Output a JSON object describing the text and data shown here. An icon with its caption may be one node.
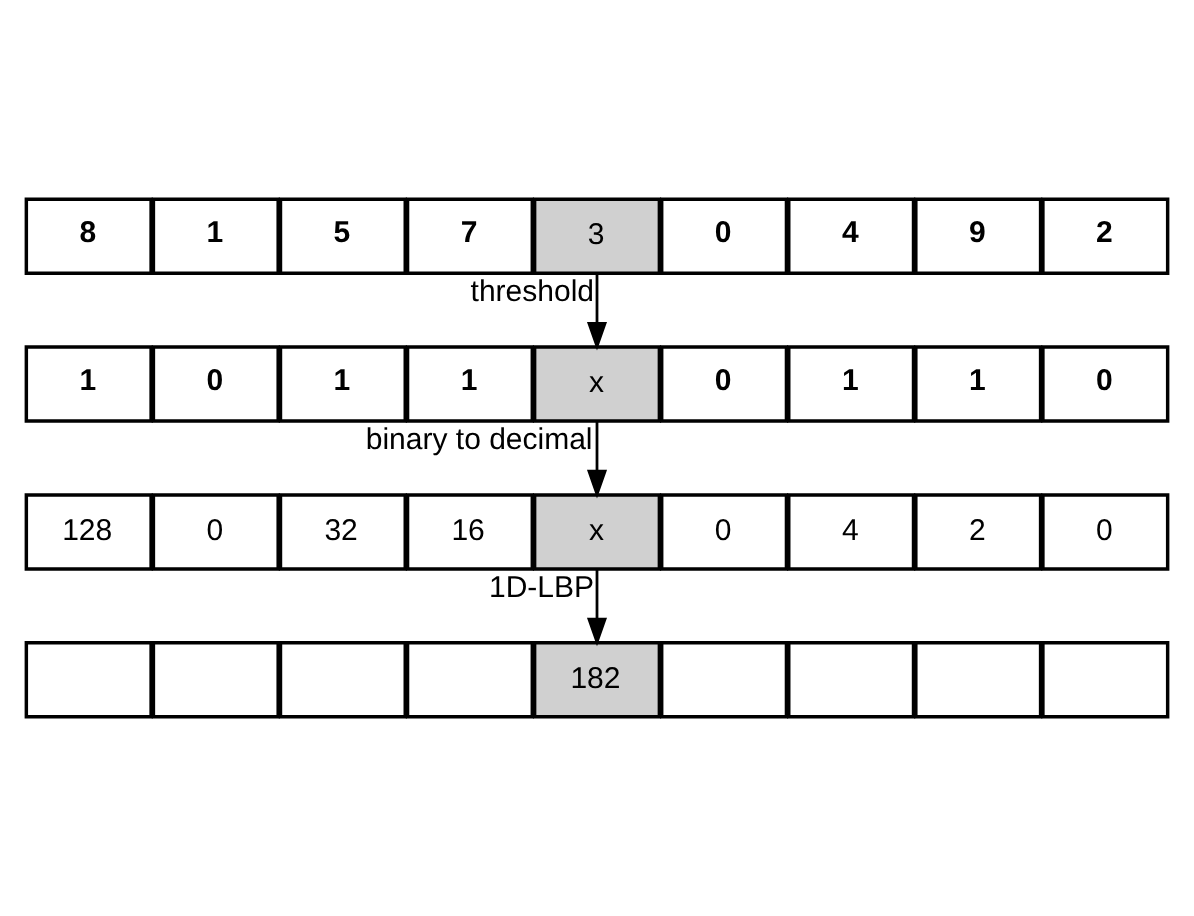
{
  "diagram": {
    "nodes": [
      {
        "text": [
          "8"
        ]
      },
      {
        "text": [
          "1"
        ]
      },
      {
        "text": [
          "5"
        ]
      },
      {
        "text": [
          "7"
        ]
      },
      {
        "text": [
          "3"
        ]
      },
      {
        "text": [
          "0"
        ]
      },
      {
        "text": [
          "4"
        ]
      },
      {
        "text": [
          "9"
        ]
      },
      {
        "text": [
          "2"
        ]
      },
      {
        "text": [
          "1"
        ]
      },
      {
        "text": [
          "0"
        ]
      },
      {
        "text": [
          "1"
        ]
      },
      {
        "text": [
          "1"
        ]
      },
      {
        "text": [
          "x"
        ]
      },
      {
        "text": [
          "0"
        ]
      },
      {
        "text": [
          "1"
        ]
      },
      {
        "text": [
          "1"
        ]
      },
      {
        "text": [
          "0"
        ]
      },
      {
        "text": [
          "128"
        ]
      },
      {
        "text": [
          "0"
        ]
      },
      {
        "text": [
          "32"
        ]
      },
      {
        "text": [
          "16"
        ]
      },
      {
        "text": [
          "x"
        ]
      },
      {
        "text": [
          "0"
        ]
      },
      {
        "text": [
          "4"
        ]
      },
      {
        "text": [
          "2"
        ]
      },
      {
        "text": [
          "0"
        ]
      },
      {
        "text": [],
        "shape": "box"
      },
      {
        "text": [],
        "shape": "box"
      },
      {
        "text": [],
        "shape": "box"
      },
      {
        "text": [],
        "shape": "box"
      },
      {
        "text": [
          "182"
        ]
      },
      {
        "text": [],
        "shape": "box"
      },
      {
        "text": [],
        "shape": "box"
      },
      {
        "text": [],
        "shape": "box"
      },
      {
        "text": [],
        "shape": "box"
      }
    ],
    "edges": [
      {
        "from": 4,
        "to": 13,
        "arrow": "to",
        "label": "threshold"
      },
      {
        "from": 13,
        "to": 22,
        "arrow": "to",
        "label": "binary to decimal"
      },
      {
        "from": 22,
        "to": 31,
        "arrow": "to",
        "label": "1D-LBP"
      }
    ]
  }
}
